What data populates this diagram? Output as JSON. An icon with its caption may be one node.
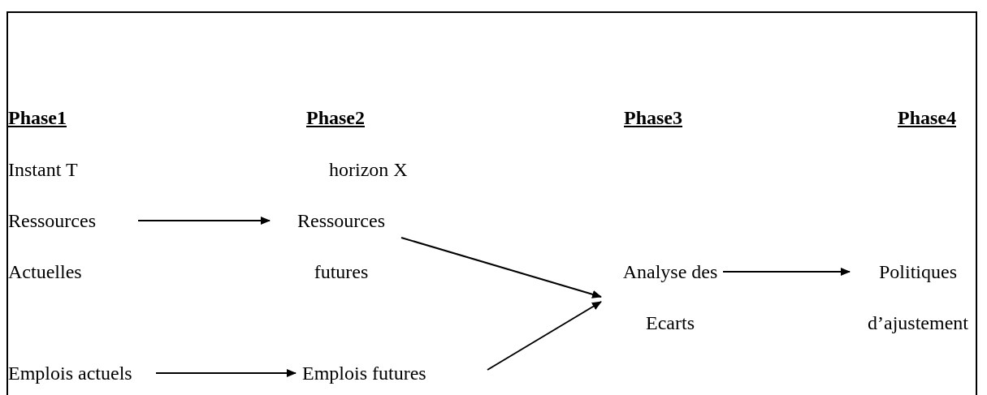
{
  "diagram": {
    "nodes": [
      {
        "text": [
          "Ressources Actuelles"
        ]
      },
      {
        "text": [
          "Ressources futures"
        ]
      },
      {
        "text": [
          "Emplois actuels"
        ]
      },
      {
        "text": [
          "Emplois futures"
        ]
      },
      {
        "text": [
          "Analyse des Ecarts"
        ]
      },
      {
        "text": [
          "Politiques d’ajustement"
        ]
      }
    ],
    "edges": [
      {
        "from": 0,
        "to": 1,
        "arrow": "to"
      },
      {
        "from": 2,
        "to": 3,
        "arrow": "to"
      },
      {
        "from": 1,
        "to": 4,
        "arrow": "to"
      },
      {
        "from": 3,
        "to": 4,
        "arrow": "to"
      },
      {
        "from": 4,
        "to": 5,
        "arrow": "to"
      }
    ],
    "labels": [
      "Phase1",
      "Phase2",
      "Phase3",
      "Phase4",
      "Instant T",
      "horizon X"
    ]
  }
}
